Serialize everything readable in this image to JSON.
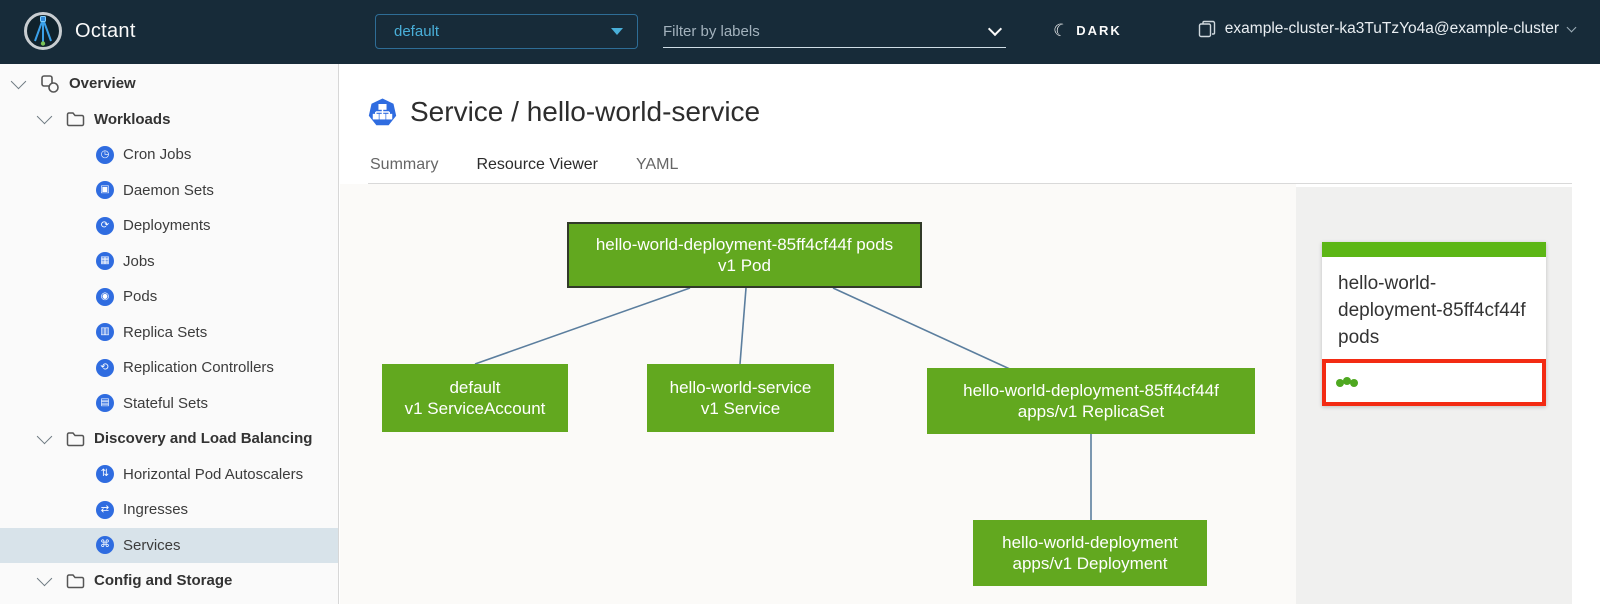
{
  "header": {
    "app_title": "Octant",
    "namespace_selector": {
      "value": "default"
    },
    "filter": {
      "placeholder": "Filter by labels"
    },
    "theme_toggle": {
      "label": "DARK",
      "icon": "moon-icon"
    },
    "cluster": {
      "label": "example-cluster-ka3TuTzYo4a@example-cluster",
      "icon": "cluster-icon"
    }
  },
  "sidebar": {
    "items": [
      {
        "label": "Overview",
        "level": 0,
        "icon": "overview-icon",
        "expanded": true
      },
      {
        "label": "Workloads",
        "level": 1,
        "icon": "folder-icon",
        "expanded": true
      },
      {
        "label": "Cron Jobs",
        "level": 2,
        "icon": "cron-jobs-icon",
        "glyph": "◷"
      },
      {
        "label": "Daemon Sets",
        "level": 2,
        "icon": "daemon-sets-icon",
        "glyph": "▣"
      },
      {
        "label": "Deployments",
        "level": 2,
        "icon": "deployments-icon",
        "glyph": "⟳"
      },
      {
        "label": "Jobs",
        "level": 2,
        "icon": "jobs-icon",
        "glyph": "▦"
      },
      {
        "label": "Pods",
        "level": 2,
        "icon": "pods-icon",
        "glyph": "◉"
      },
      {
        "label": "Replica Sets",
        "level": 2,
        "icon": "replica-sets-icon",
        "glyph": "▥"
      },
      {
        "label": "Replication Controllers",
        "level": 2,
        "icon": "replication-controllers-icon",
        "glyph": "⟲"
      },
      {
        "label": "Stateful Sets",
        "level": 2,
        "icon": "stateful-sets-icon",
        "glyph": "▤"
      },
      {
        "label": "Discovery and Load Balancing",
        "level": 1,
        "icon": "folder-icon",
        "expanded": true
      },
      {
        "label": "Horizontal Pod Autoscalers",
        "level": 2,
        "icon": "hpa-icon",
        "glyph": "⇅"
      },
      {
        "label": "Ingresses",
        "level": 2,
        "icon": "ingresses-icon",
        "glyph": "⇄"
      },
      {
        "label": "Services",
        "level": 2,
        "icon": "services-icon",
        "glyph": "⌘",
        "active": true
      },
      {
        "label": "Config and Storage",
        "level": 1,
        "icon": "folder-icon",
        "expanded": true
      }
    ]
  },
  "main": {
    "title": "Service / hello-world-service",
    "title_icon": "service-icon",
    "tabs": [
      {
        "label": "Summary",
        "active": false
      },
      {
        "label": "Resource Viewer",
        "active": true
      },
      {
        "label": "YAML",
        "active": false
      }
    ],
    "graph": {
      "nodes": [
        {
          "id": "pod",
          "line1": "hello-world-deployment-85ff4cf44f pods",
          "line2": "v1 Pod",
          "selected": true
        },
        {
          "id": "serviceaccount",
          "line1": "default",
          "line2": "v1 ServiceAccount",
          "selected": false
        },
        {
          "id": "service",
          "line1": "hello-world-service",
          "line2": "v1 Service",
          "selected": false
        },
        {
          "id": "replicaset",
          "line1": "hello-world-deployment-85ff4cf44f",
          "line2": "apps/v1 ReplicaSet",
          "selected": false
        },
        {
          "id": "deployment",
          "line1": "hello-world-deployment",
          "line2": "apps/v1 Deployment",
          "selected": false
        }
      ]
    },
    "detail_panel": {
      "title": "hello-world-deployment-85ff4cf44f pods",
      "pod_status": {
        "dot_count": 3,
        "status": "ok"
      }
    }
  },
  "colors": {
    "header_bg": "#172b39",
    "accent_blue": "#49afd9",
    "icon_blue": "#2f6ce0",
    "node_green": "#62a81f",
    "status_green": "#5cb615",
    "dot_green": "#4ea820",
    "highlight_red": "#f32b13",
    "active_tab_underline": "#2979bb",
    "edge_color": "#5b7e9e"
  }
}
